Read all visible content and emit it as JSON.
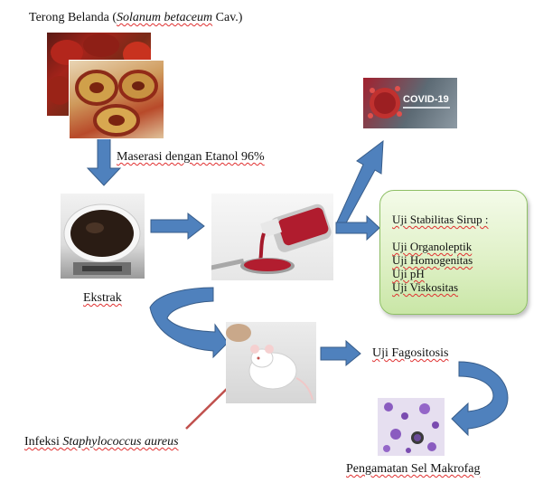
{
  "nodes": {
    "tamarillo": {
      "label_prefix": "Terong Belanda (",
      "label_latin": "Solanum betaceum",
      "label_suffix": " Cav.)"
    },
    "maceration": {
      "label": "Maserasi dengan Etanol 96%"
    },
    "extract": {
      "label": "Ekstrak"
    },
    "covid": {
      "label": "COVID-19"
    },
    "stability": {
      "title": "Uji Stabilitas Sirup  :",
      "tests": [
        "Uji Organoleptik",
        "Uji Homogenitas",
        "Uji pH",
        "Uji Viskositas"
      ]
    },
    "phagocytosis": {
      "label": "Uji Fagositosis"
    },
    "infection": {
      "label_prefix": "Infeksi ",
      "label_latin": "Staphylococcus aureus"
    },
    "macrophage": {
      "label": "Pengamatan Sel Makrofag"
    }
  },
  "colors": {
    "arrow_fill": "#4f81bd",
    "arrow_stroke": "#385d8a",
    "infection_arrow": "#c0504d",
    "stability_border": "#8fc066"
  }
}
